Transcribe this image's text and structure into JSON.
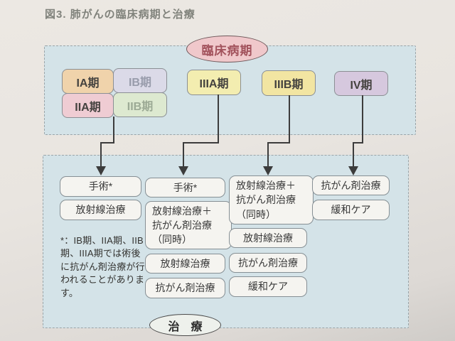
{
  "figure": {
    "title": "図3. 肺がんの臨床病期と治療"
  },
  "stage_section": {
    "header": "臨床病期",
    "stages": [
      {
        "label": "IA期",
        "color": "#f0d3ab"
      },
      {
        "label": "IB期",
        "color": "#dbdae8"
      },
      {
        "label": "IIA期",
        "color": "#efccd3"
      },
      {
        "label": "IIB期",
        "color": "#dde9d0"
      },
      {
        "label": "IIIA期",
        "color": "#f3edb0"
      },
      {
        "label": "IIIB期",
        "color": "#f2e5a2"
      },
      {
        "label": "IV期",
        "color": "#d6c8de"
      }
    ]
  },
  "treatment_section": {
    "columns": [
      {
        "treatments": [
          "手術*",
          "放射線治療"
        ]
      },
      {
        "treatments": [
          "手術*",
          "放射線治療＋\n抗がん剤治療\n（同時）",
          "放射線治療",
          "抗がん剤治療"
        ]
      },
      {
        "treatments": [
          "放射線治療＋\n抗がん剤治療\n（同時）",
          "放射線治療",
          "抗がん剤治療",
          "緩和ケア"
        ]
      },
      {
        "treatments": [
          "抗がん剤治療",
          "緩和ケア"
        ]
      }
    ],
    "footnote": "*：IB期、IIA期、IIB期、IIIA期では術後に抗がん剤治療が行われることがあります。",
    "footer": "治　療"
  },
  "colors": {
    "panel_background": "#d4e3e8",
    "panel_border": "#9aa4a8",
    "stage_header_oval": "#f0c8cb",
    "stage_header_text": "#a2525c",
    "treatment_oval": "#eef1ec",
    "treatment_box": "#f5f4f0",
    "arrow": "#3c3c3c",
    "page_background": "#e9e5e0"
  }
}
